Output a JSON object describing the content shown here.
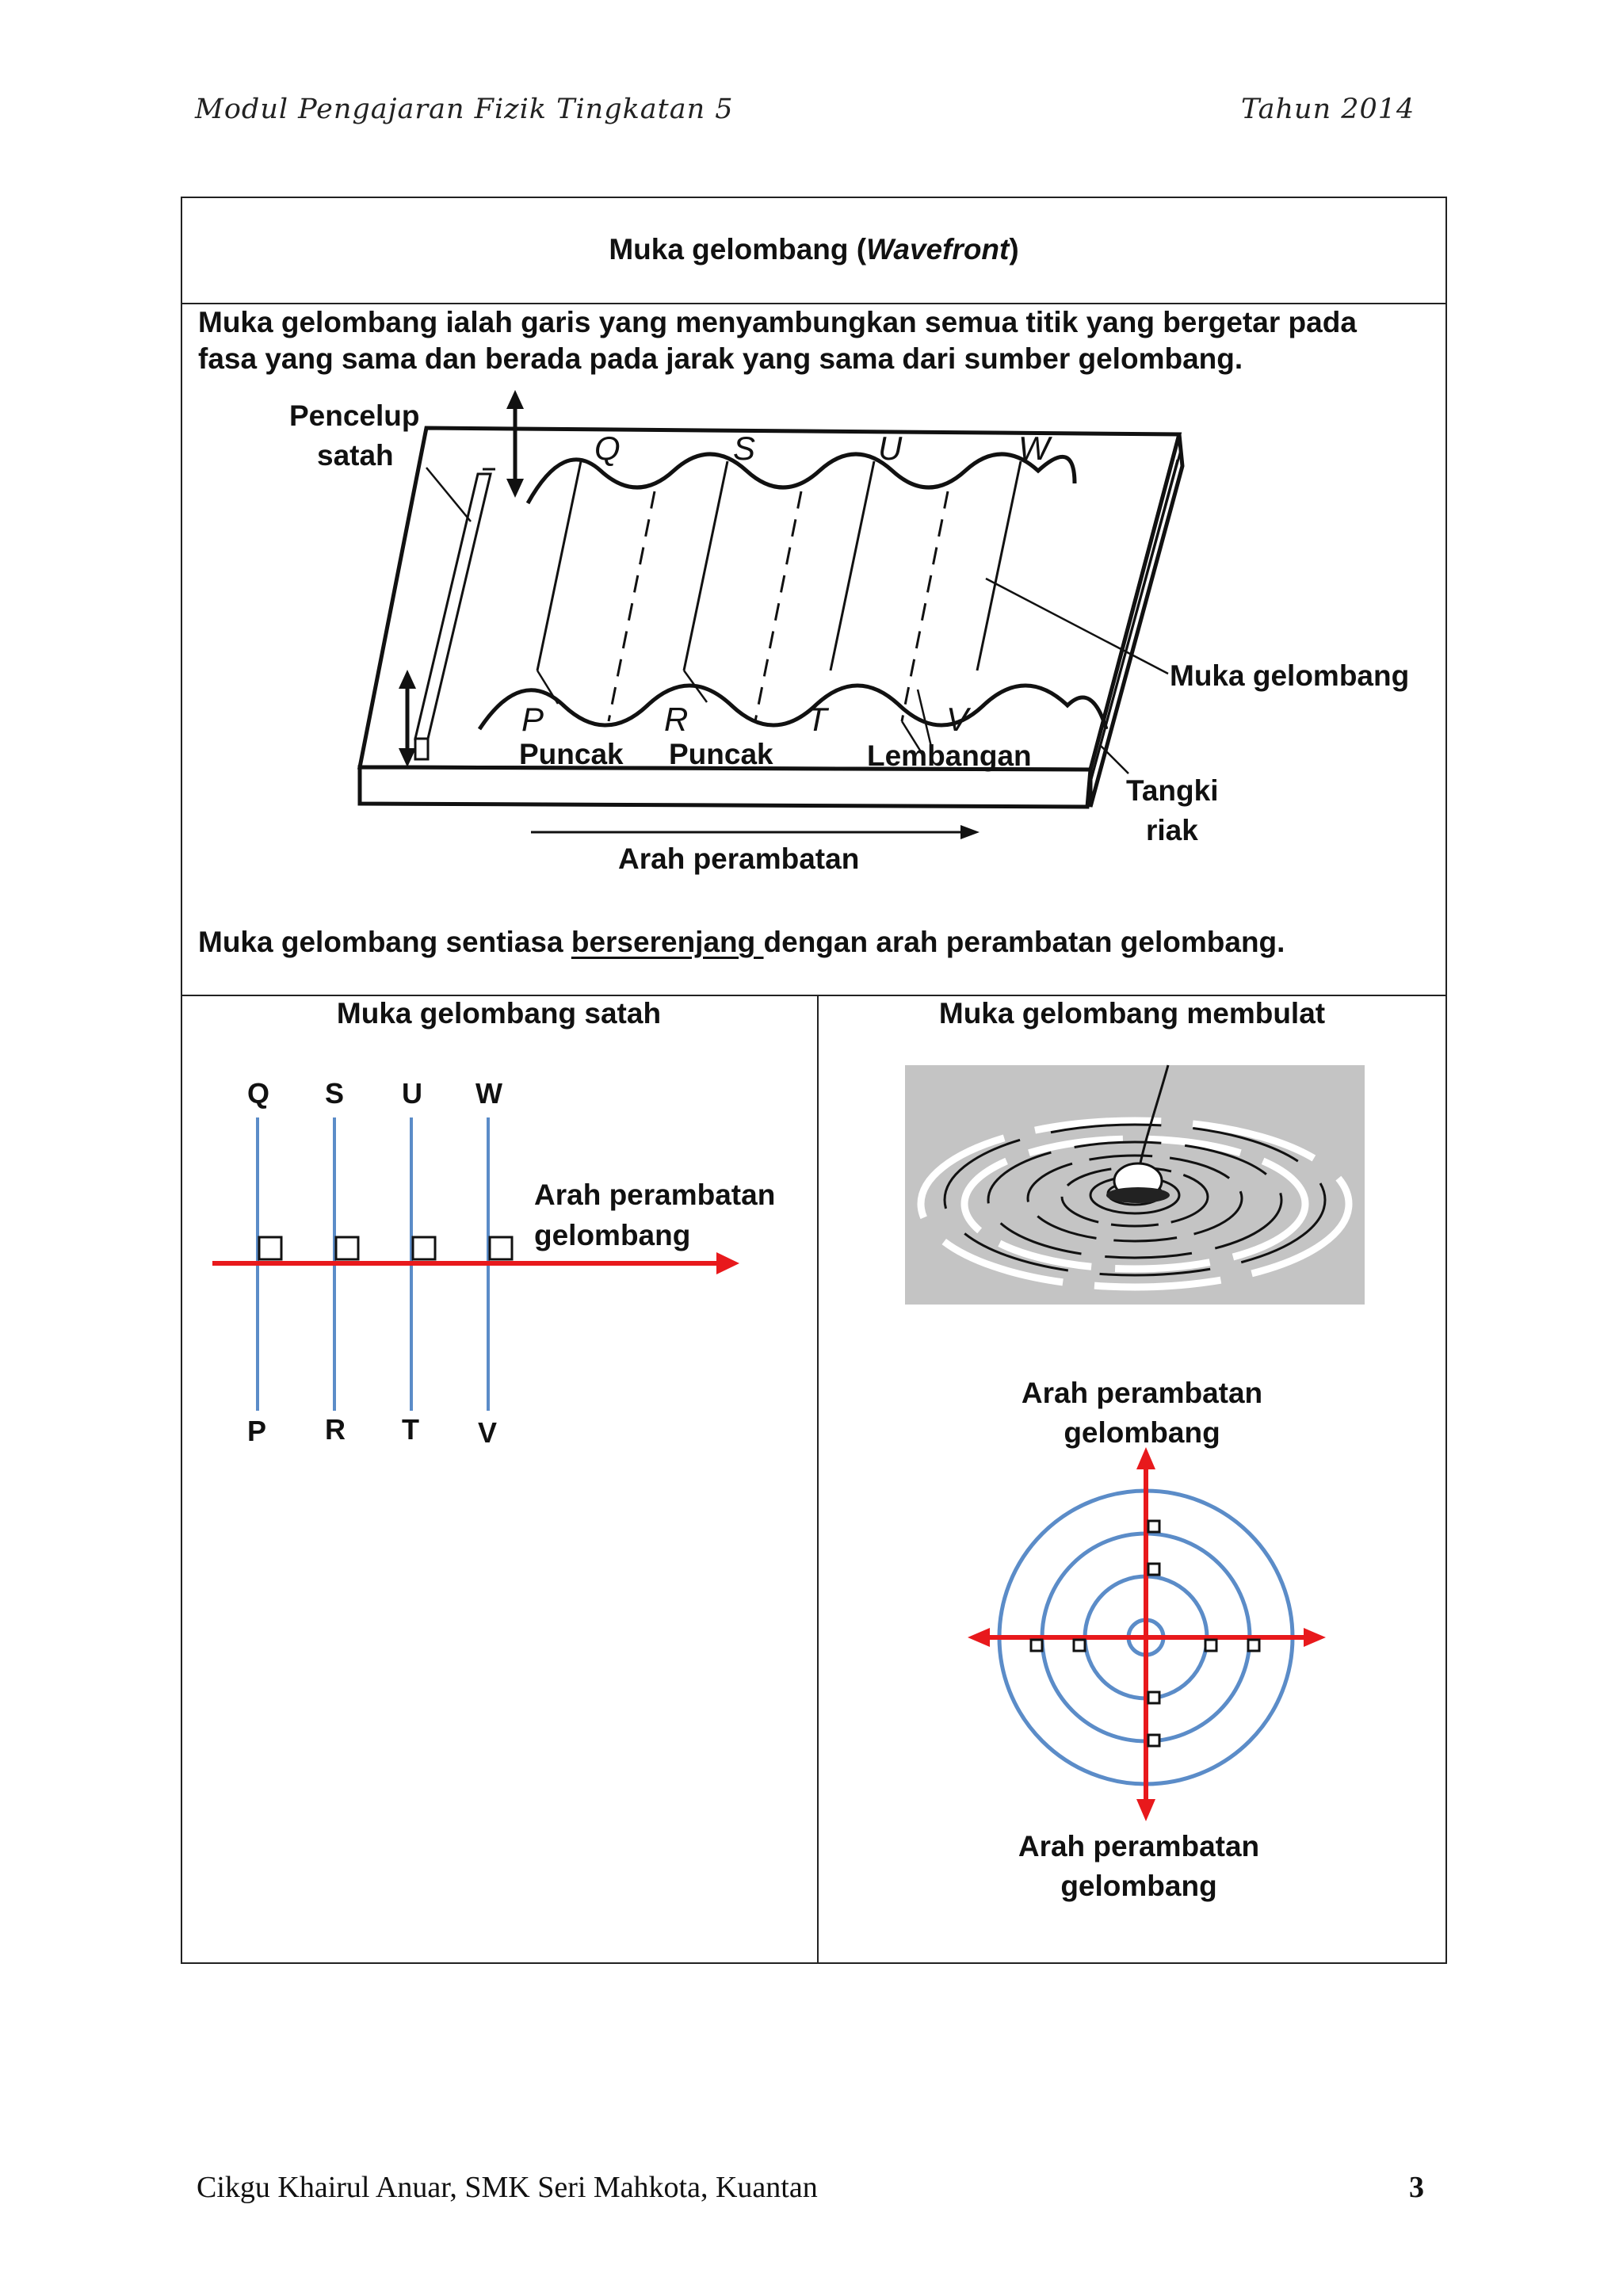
{
  "header": {
    "left": "Modul Pengajaran Fizik Tingkatan 5",
    "right": "Tahun 2014"
  },
  "footer": {
    "left": "Cikgu Khairul Anuar, SMK Seri Mahkota, Kuantan",
    "page": "3"
  },
  "section": {
    "title_prefix": "Muka gelombang (",
    "title_italic": "Wavefront",
    "title_suffix": ")",
    "definition": "Muka gelombang ialah garis yang menyambungkan semua titik yang bergetar pada fasa yang sama dan berada pada jarak yang sama dari sumber gelombang."
  },
  "ripple_tank": {
    "dipper_label_1": "Pencelup",
    "dipper_label_2": "satah",
    "top_letters": [
      "Q",
      "S",
      "U",
      "W"
    ],
    "bottom_letters": [
      "P",
      "R",
      "T",
      "V"
    ],
    "crest_1": "Puncak",
    "crest_2": "Puncak",
    "trough": "Lembangan",
    "wavefront_label": "Muka gelombang",
    "tank_label_1": "Tangki",
    "tank_label_2": "riak",
    "direction_label": "Arah perambatan"
  },
  "conclusion": {
    "before": "Muka gelombang sentiasa ",
    "underlined": "berserenjang ",
    "after": "dengan arah perambatan gelombang."
  },
  "plane": {
    "title": "Muka gelombang satah",
    "top_letters": [
      "Q",
      "S",
      "U",
      "W"
    ],
    "bottom_letters": [
      "P",
      "R",
      "T",
      "V"
    ],
    "direction_1": "Arah perambatan",
    "direction_2": "gelombang"
  },
  "circular": {
    "title": "Muka gelombang membulat",
    "top_label_1": "Arah perambatan",
    "top_label_2": "gelombang",
    "bottom_label_1": "Arah perambatan",
    "bottom_label_2": "gelombang"
  },
  "colors": {
    "wavefront": "#5b8cc8",
    "direction": "#e8191c",
    "photo_bg": "#c4c4c4"
  }
}
